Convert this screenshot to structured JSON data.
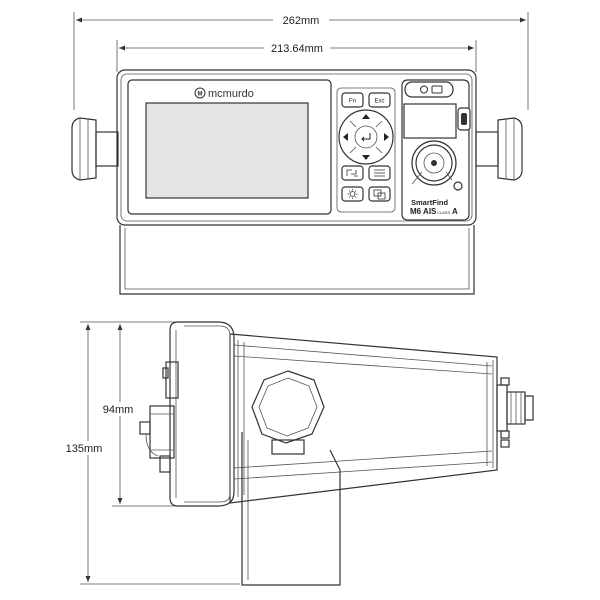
{
  "dimensions": {
    "overall_width": "262mm",
    "body_width": "213.64mm",
    "body_height": "94mm",
    "overall_height": "135mm"
  },
  "device": {
    "brand": "mcmurdo",
    "model_line1": "SmartFind",
    "model_line2": "M6 AIS",
    "model_class": "CLASS",
    "model_class_letter": "A",
    "buttons": {
      "fn": "Fn",
      "esc": "Esc"
    }
  }
}
